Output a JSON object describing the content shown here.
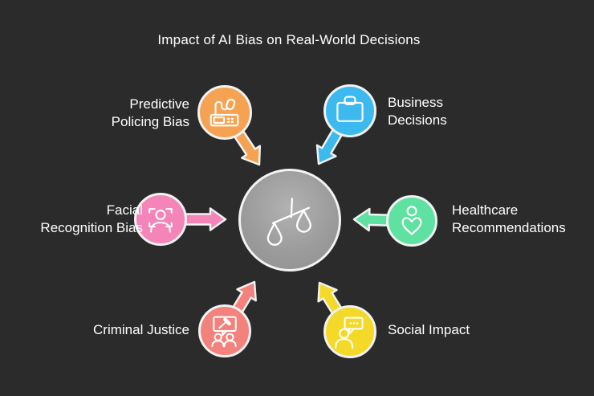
{
  "title": "Impact of AI Bias on Real-World Decisions",
  "colors": {
    "background": "#2b2b2b",
    "circle_border": "#f2f2f2",
    "text": "#ffffff",
    "center_fill_light": "#b2b2b2",
    "center_fill_dark": "#8f8f8f"
  },
  "center": {
    "icon": "unbalanced-scales-icon"
  },
  "nodes": [
    {
      "label": "Predictive Policing Bias",
      "color": "#f5a352",
      "icon": "police-radio-icon",
      "position": "top-left"
    },
    {
      "label": "Business Decisions",
      "color": "#3cb9ee",
      "icon": "briefcase-icon",
      "position": "top-right"
    },
    {
      "label": "Facial Recognition Bias",
      "color": "#f584b8",
      "icon": "face-scan-icon",
      "position": "middle-left"
    },
    {
      "label": "Healthcare Recommendations",
      "color": "#5fe2a1",
      "icon": "person-heart-icon",
      "position": "middle-right"
    },
    {
      "label": "Criminal Justice",
      "color": "#f3817c",
      "icon": "gavel-speech-people-icon",
      "position": "bottom-left"
    },
    {
      "label": "Social Impact",
      "color": "#f4d928",
      "icon": "person-chat-icon",
      "position": "bottom-right"
    }
  ]
}
